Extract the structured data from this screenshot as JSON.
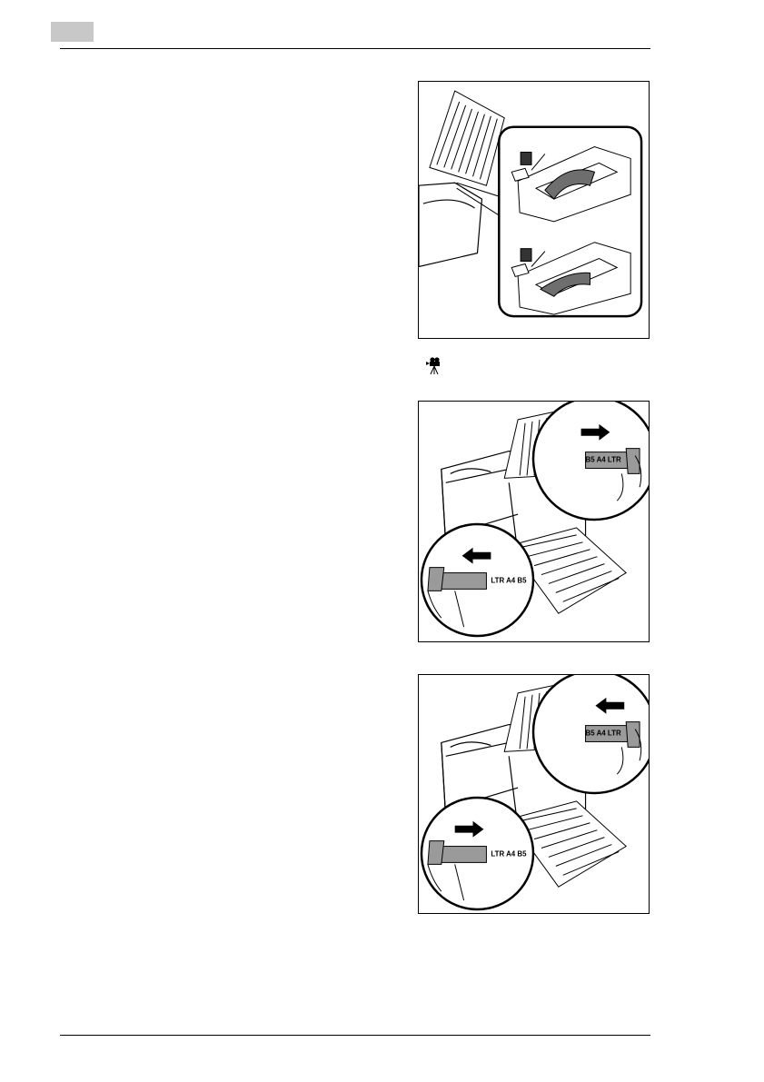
{
  "page": {
    "header": {
      "chapter_tab": "",
      "title": ""
    },
    "figures": [
      {
        "id": "fig1",
        "labels": []
      },
      {
        "id": "fig2",
        "scale_top": "B5 A4 LTR",
        "scale_bottom": "LTR A4 B5"
      },
      {
        "id": "fig3",
        "scale_top": "B5 A4 LTR",
        "scale_bottom": "LTR A4 B5"
      }
    ],
    "icons": {
      "video": "video-camera-icon"
    },
    "colors": {
      "tab": "#c8c8c8",
      "rule": "#000000",
      "grey_slider": "#9a9a9a"
    }
  }
}
